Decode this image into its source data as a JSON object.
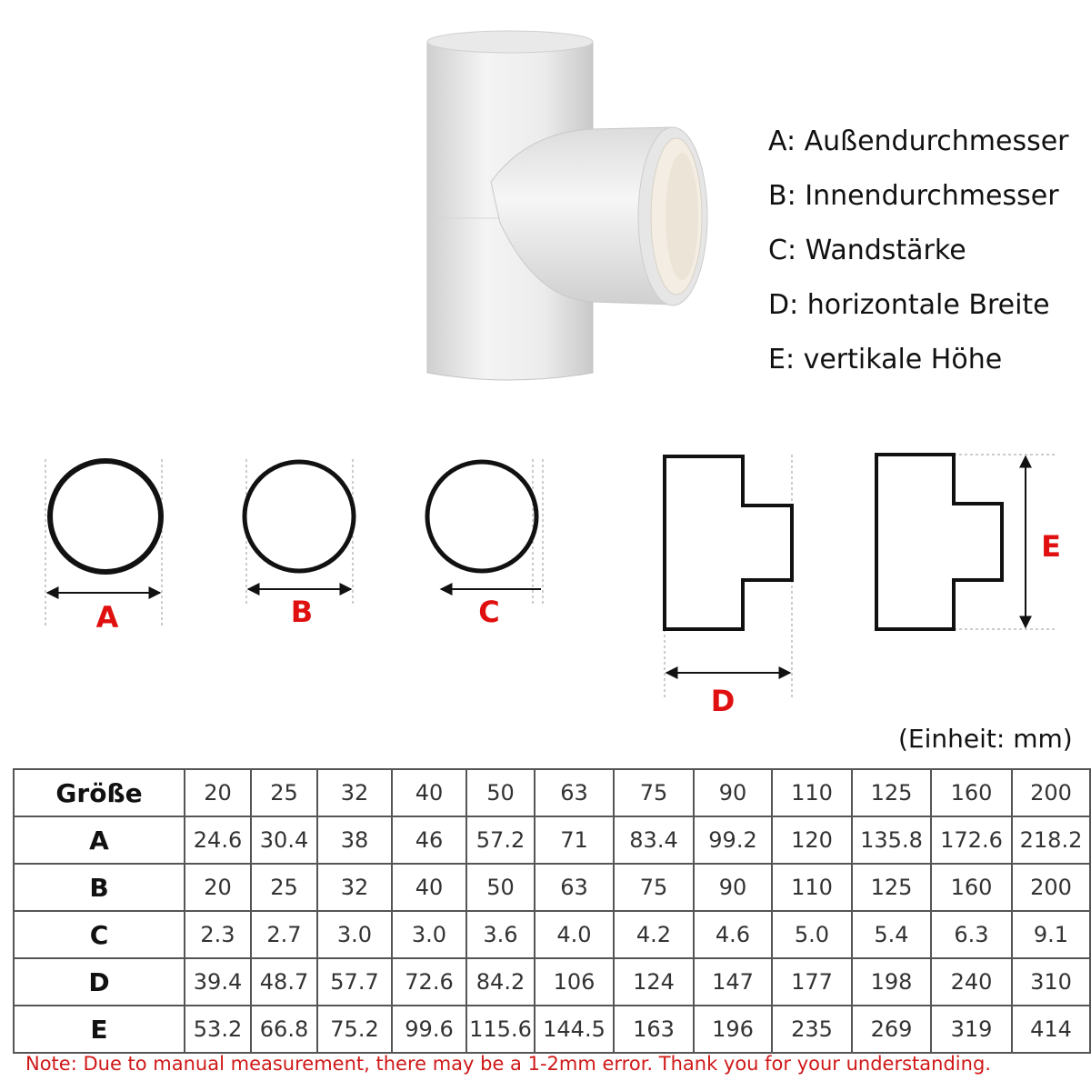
{
  "legend": [
    "A: Außendurchmesser",
    "B: Innendurchmesser",
    "C: Wandstärke",
    "D: horizontale Breite",
    "E: vertikale Höhe"
  ],
  "dimension_labels": {
    "a": "A",
    "b": "B",
    "c": "C",
    "d": "D",
    "e": "E"
  },
  "unit_note": "(Einheit: mm)",
  "table": {
    "rows": [
      {
        "header": "Größe",
        "cells": [
          "20",
          "25",
          "32",
          "40",
          "50",
          "63",
          "75",
          "90",
          "110",
          "125",
          "160",
          "200"
        ]
      },
      {
        "header": "A",
        "cells": [
          "24.6",
          "30.4",
          "38",
          "46",
          "57.2",
          "71",
          "83.4",
          "99.2",
          "120",
          "135.8",
          "172.6",
          "218.2"
        ]
      },
      {
        "header": "B",
        "cells": [
          "20",
          "25",
          "32",
          "40",
          "50",
          "63",
          "75",
          "90",
          "110",
          "125",
          "160",
          "200"
        ]
      },
      {
        "header": "C",
        "cells": [
          "2.3",
          "2.7",
          "3.0",
          "3.0",
          "3.6",
          "4.0",
          "4.2",
          "4.6",
          "5.0",
          "5.4",
          "6.3",
          "9.1"
        ]
      },
      {
        "header": "D",
        "cells": [
          "39.4",
          "48.7",
          "57.7",
          "72.6",
          "84.2",
          "106",
          "124",
          "147",
          "177",
          "198",
          "240",
          "310"
        ]
      },
      {
        "header": "E",
        "cells": [
          "53.2",
          "66.8",
          "75.2",
          "99.6",
          "115.6",
          "144.5",
          "163",
          "196",
          "235",
          "269",
          "319",
          "414"
        ]
      }
    ]
  },
  "note": "Note: Due to manual measurement, there may be a 1-2mm error. Thank you for your understanding.",
  "colors": {
    "label_red": "#e01010",
    "note_red": "#d01818",
    "border": "#555555"
  }
}
